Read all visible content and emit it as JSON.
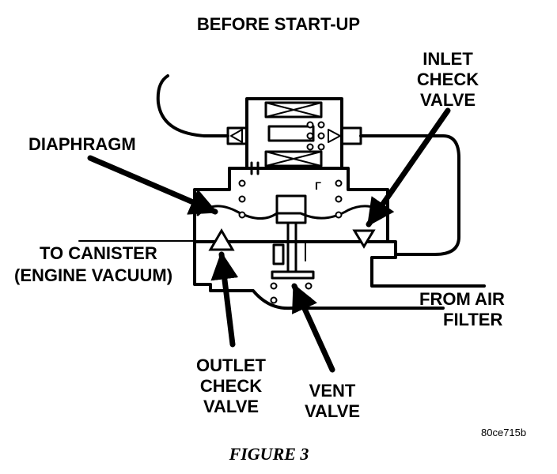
{
  "title": "BEFORE START-UP",
  "labels": {
    "inlet_check_valve": [
      "INLET",
      "CHECK",
      "VALVE"
    ],
    "diaphragm": "DIAPHRAGM",
    "to_canister": [
      "TO CANISTER",
      "(ENGINE VACUUM)"
    ],
    "from_air_filter": [
      "FROM AIR",
      "FILTER"
    ],
    "outlet_check_valve": [
      "OUTLET",
      "CHECK",
      "VALVE"
    ],
    "vent_valve": [
      "VENT",
      "VALVE"
    ]
  },
  "figure_code": "80ce715b",
  "figure_caption": "FIGURE 3"
}
